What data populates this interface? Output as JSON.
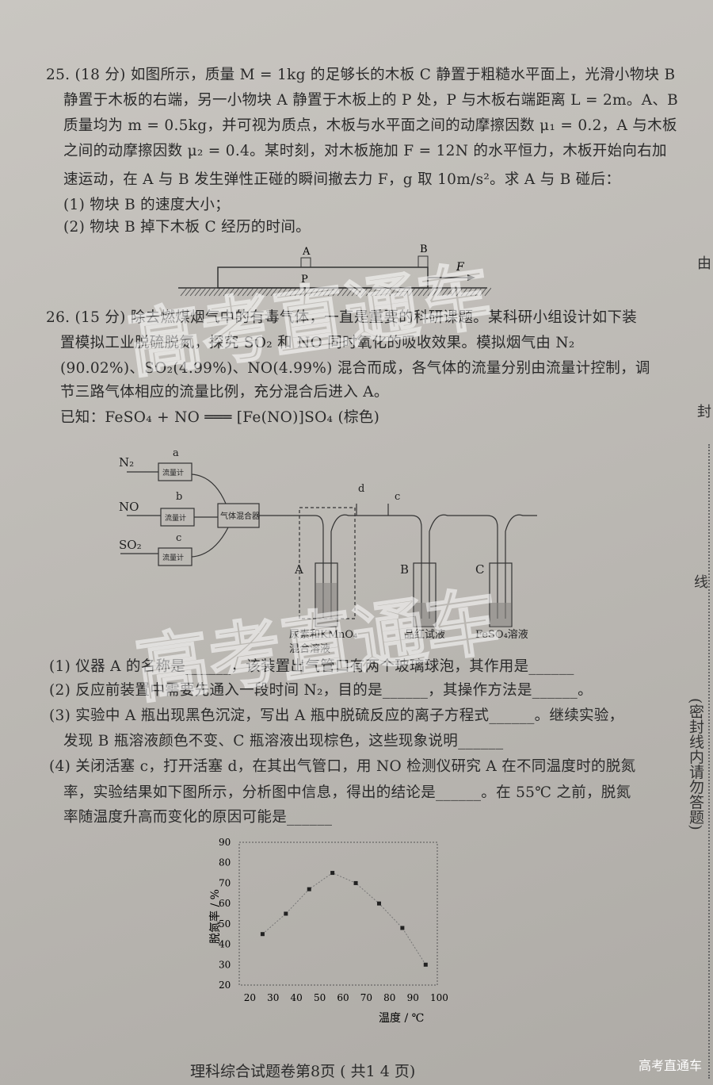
{
  "q25": {
    "lines": [
      "25. (18 分) 如图所示，质量 M = 1kg 的足够长的木板 C 静置于粗糙水平面上，光滑小物块 B",
      "静置于木板的右端，另一小物块 A 静置于木板上的 P 处，P 与木板右端距离 L = 2m。A、B",
      "质量均为 m = 0.5kg，并可视为质点，木板与水平面之间的动摩擦因数 μ₁ = 0.2，A 与木板",
      "之间的动摩擦因数 μ₂ = 0.4。某时刻，对木板施加 F = 12N 的水平恒力，木板开始向右加",
      "速运动，在 A 与 B 发生弹性正碰的瞬间撤去力 F，g 取 10m/s²。求 A 与 B 碰后：",
      "(1) 物块 B 的速度大小；",
      "(2) 物块 B 掉下木板 C 经历的时间。"
    ],
    "diagram": {
      "label_a": "A",
      "label_b": "B",
      "label_p": "P",
      "label_f": "F"
    }
  },
  "q26": {
    "lines": [
      "26. (15 分) 除去燃煤烟气中的有毒气体，一直是重要的科研课题。某科研小组设计如下装",
      "置模拟工业脱硫脱氮，探究 SO₂ 和 NO 同时氧化的吸收效果。模拟烟气由 N₂",
      "(90.02%)、SO₂(4.99%)、NO(4.99%) 混合而成，各气体的流量分别由流量计控制，调",
      "节三路气体相应的流量比例，充分混合后进入 A。",
      "已知：FeSO₄ + NO ═══ [Fe(NO)]SO₄ (棕色)"
    ],
    "apparatus": {
      "gas_n2": "N₂",
      "gas_no": "NO",
      "gas_so2": "SO₂",
      "valve_a": "a",
      "valve_b": "b",
      "valve_c": "c",
      "valve_d": "d",
      "valve_e": "c",
      "flowmeter": "流量计",
      "mixer": "气体混合器",
      "bottle_a": "A",
      "bottle_b": "B",
      "bottle_c": "C",
      "sol_a1": "尿素和KMnO₄",
      "sol_a2": "混合溶液",
      "sol_b": "品红试液",
      "sol_c": "FeSO₄溶液"
    },
    "questions": [
      "(1) 仪器 A 的名称是______，该装置出气管口有两个玻璃球泡，其作用是______",
      "(2) 反应前装置中需要先通入一段时间 N₂，目的是______，其操作方法是______。",
      "(3) 实验中 A 瓶出现黑色沉淀，写出 A 瓶中脱硫反应的离子方程式______。继续实验，",
      "发现 B 瓶溶液颜色不变、C 瓶溶液出现棕色，这些现象说明______",
      "(4) 关闭活塞 c，打开活塞 d，在其出气管口，用 NO 检测仪研究 A 在不同温度时的脱氮",
      "率，实验结果如下图所示，分析图中信息，得出的结论是______。在 55℃ 之前，脱氮",
      "率随温度升高而变化的原因可能是______"
    ]
  },
  "chart_data": {
    "type": "line",
    "title": "",
    "xlabel": "温度 / ℃",
    "ylabel": "脱氮率 / %",
    "x": [
      25,
      35,
      45,
      55,
      65,
      75,
      85,
      95
    ],
    "y": [
      45,
      55,
      67,
      75,
      70,
      60,
      48,
      30
    ],
    "xlim": [
      15,
      100
    ],
    "ylim": [
      20,
      90
    ],
    "xticks": [
      "20",
      "30",
      "40",
      "50",
      "60",
      "70",
      "80",
      "90",
      "100"
    ],
    "yticks": [
      "20",
      "30",
      "40",
      "50",
      "60",
      "70",
      "80",
      "90"
    ],
    "grid": false
  },
  "margin": {
    "seal_note": "(密封线内请勿答题)",
    "char1": "线",
    "char2": "由",
    "char3": "封"
  },
  "footer": "理科综合试题卷第8页 ( 共1 4 页)",
  "watermark": "高考直通车",
  "colors": {
    "paper": "#bdbab5",
    "ink": "#2a2a2a"
  }
}
